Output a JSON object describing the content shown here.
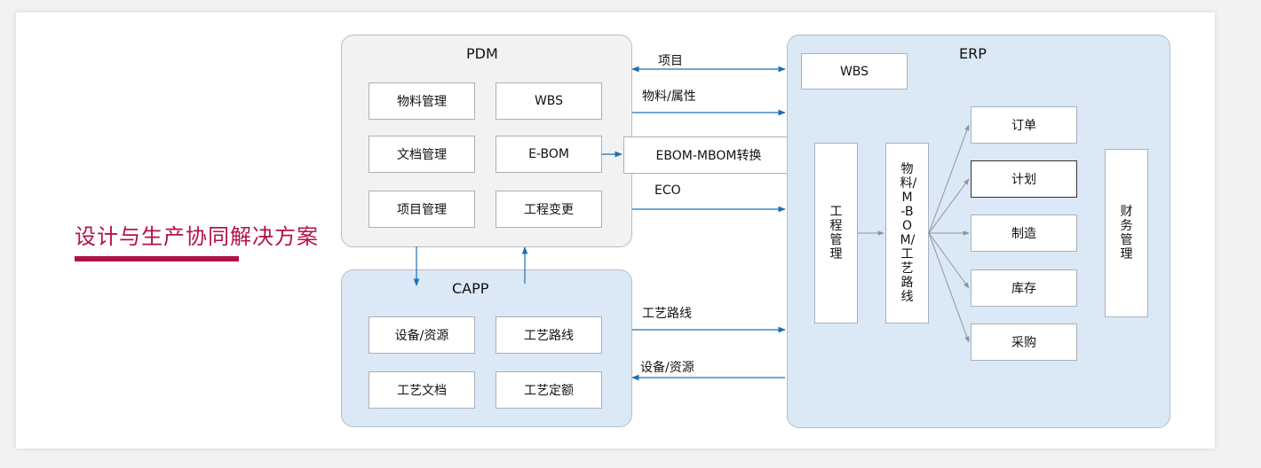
{
  "title": "设计与生产协同解决方案",
  "pdm": {
    "title": "PDM",
    "items": [
      "物料管理",
      "WBS",
      "文档管理",
      "E-BOM",
      "项目管理",
      "工程变更"
    ]
  },
  "capp": {
    "title": "CAPP",
    "items": [
      "设备/资源",
      "工艺路线",
      "工艺文档",
      "工艺定额"
    ]
  },
  "erp": {
    "title": "ERP",
    "wbs": "WBS",
    "engineering": "工程管理",
    "material_bom": "物料/M-BOM/工艺路线",
    "finance": "财务管理",
    "modules": [
      "订单",
      "计划",
      "制造",
      "库存",
      "采购"
    ]
  },
  "converter": "EBOM-MBOM转换",
  "flows": {
    "project": "项目",
    "material_attr": "物料/属性",
    "eco": "ECO",
    "route": "工艺路线",
    "equipment": "设备/资源"
  }
}
